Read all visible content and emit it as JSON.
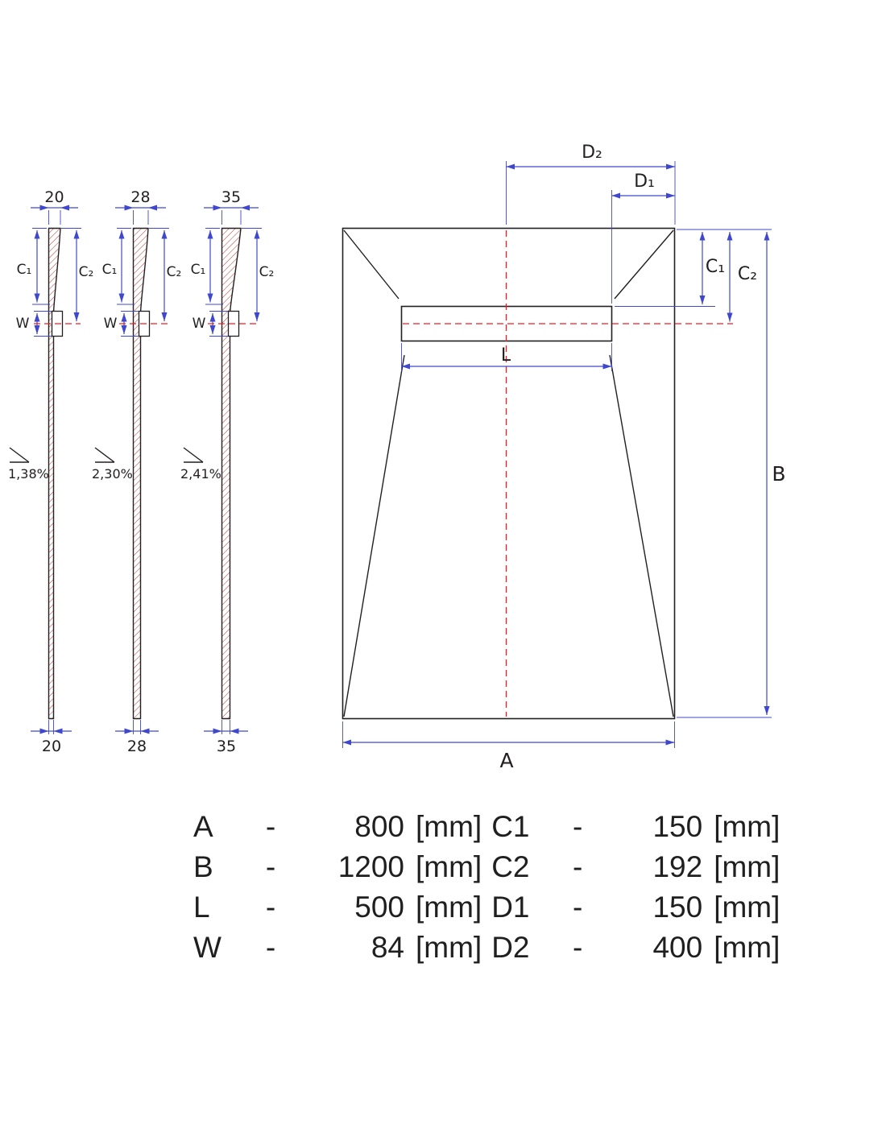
{
  "colors": {
    "dimension_blue": "#3f48cc",
    "centerline_red": "#ed1c24",
    "hatch_red": "#b23b36",
    "outline_black": "#231f20"
  },
  "section_labels": {
    "c1": "C₁",
    "c2": "C₂",
    "w": "W"
  },
  "profiles": [
    {
      "top_dim": "20",
      "bottom_dim": "20",
      "slope": "1,38%"
    },
    {
      "top_dim": "28",
      "bottom_dim": "28",
      "slope": "2,30%"
    },
    {
      "top_dim": "35",
      "bottom_dim": "35",
      "slope": "2,41%"
    }
  ],
  "plan_labels": {
    "a": "A",
    "b": "B",
    "l": "L",
    "c1": "C₁",
    "c2": "C₂",
    "d1": "D₁",
    "d2": "D₂"
  },
  "table": {
    "rows_left": [
      {
        "param": "A",
        "sep": "-",
        "value": "800",
        "unit": "[mm]"
      },
      {
        "param": "B",
        "sep": "-",
        "value": "1200",
        "unit": "[mm]"
      },
      {
        "param": "L",
        "sep": "-",
        "value": "500",
        "unit": "[mm]"
      },
      {
        "param": "W",
        "sep": "-",
        "value": "84",
        "unit": "[mm]"
      }
    ],
    "rows_right": [
      {
        "param": "C1",
        "sep": "-",
        "value": "150",
        "unit": "[mm]"
      },
      {
        "param": "C2",
        "sep": "-",
        "value": "192",
        "unit": "[mm]"
      },
      {
        "param": "D1",
        "sep": "-",
        "value": "150",
        "unit": "[mm]"
      },
      {
        "param": "D2",
        "sep": "-",
        "value": "400",
        "unit": "[mm]"
      }
    ]
  }
}
